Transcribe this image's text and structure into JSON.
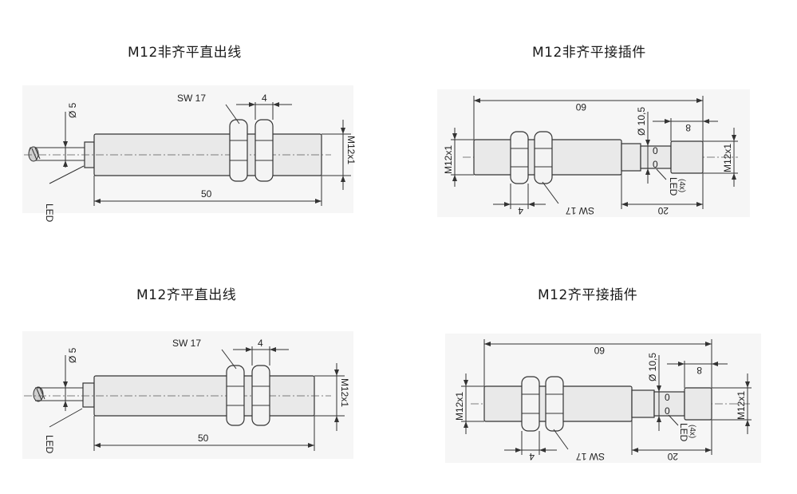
{
  "panels": [
    {
      "title": "M12非齐平直出线",
      "labels": {
        "sw": "SW 17",
        "nut_w": "4",
        "dia": "Ø 5",
        "len": "50",
        "thread": "M12x1",
        "led": "LED"
      }
    },
    {
      "title": "M12非齐平接插件",
      "labels": {
        "total": "60",
        "dia": "Ø 10,5",
        "small": "8",
        "thread_l": "M12x1",
        "thread_r": "M12x1",
        "nut_w": "4",
        "sw": "SW 17",
        "conn": "20",
        "led": "LED",
        "ledx": "(4x)"
      }
    },
    {
      "title": "M12齐平直出线",
      "labels": {
        "sw": "SW 17",
        "nut_w": "4",
        "dia": "Ø 5",
        "len": "50",
        "thread": "M12x1",
        "led": "LED"
      }
    },
    {
      "title": "M12齐平接插件",
      "labels": {
        "total": "60",
        "dia": "Ø 10,5",
        "small": "8",
        "thread_l": "M12x1",
        "thread_r": "M12x1",
        "nut_w": "4",
        "sw": "SW 17",
        "conn": "20",
        "led": "LED",
        "ledx": "(4x)"
      }
    }
  ]
}
